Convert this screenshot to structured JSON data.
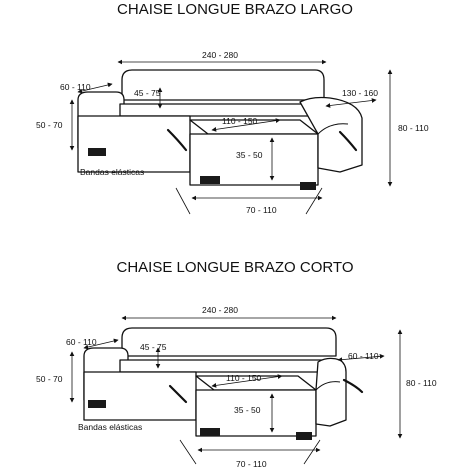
{
  "diagrams": [
    {
      "title": "CHAISE LONGUE BRAZO LARGO",
      "measures": {
        "total_width": "240 - 280",
        "arm_depth": "60 - 110",
        "back_cushion": "45 - 75",
        "seat_height": "50 - 70",
        "chaise_seat": "110 - 150",
        "chaise_arm": "130 - 160",
        "total_height": "80 - 110",
        "front_height": "35 - 50",
        "chaise_width": "70 - 110"
      },
      "band_label": "Bandas elásticas"
    },
    {
      "title": "CHAISE LONGUE BRAZO CORTO",
      "measures": {
        "total_width": "240 - 280",
        "arm_depth": "60 - 110",
        "back_cushion": "45 - 75",
        "seat_height": "50 - 70",
        "chaise_seat": "110 - 150",
        "chaise_arm": "60 - 110",
        "total_height": "80 - 110",
        "front_height": "35 - 50",
        "chaise_width": "70 - 110"
      },
      "band_label": "Bandas elásticas"
    }
  ],
  "colors": {
    "line": "#111111",
    "background": "#ffffff"
  }
}
